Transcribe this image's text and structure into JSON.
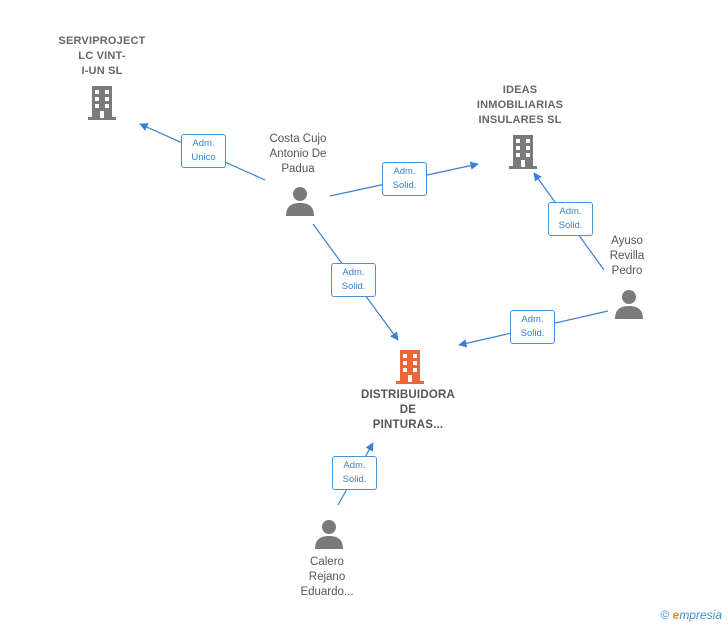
{
  "colors": {
    "edge": "#3a7fd5",
    "company_icon": "#7a7a7a",
    "main_company_icon": "#f06535",
    "person_icon": "#7a7a7a"
  },
  "companies": [
    {
      "id": "serviproject",
      "lines": [
        "SERVIPROJECT",
        "LC VINT-",
        "I-UN SL"
      ]
    },
    {
      "id": "ideas",
      "lines": [
        "IDEAS",
        "INMOBILIARIAS",
        "INSULARES SL"
      ]
    },
    {
      "id": "distribuidora",
      "lines": [
        "DISTRIBUIDORA",
        "DE",
        "PINTURAS..."
      ]
    }
  ],
  "persons": [
    {
      "id": "costa",
      "lines": [
        "Costa Cujo",
        "Antonio De",
        "Padua"
      ]
    },
    {
      "id": "ayuso",
      "lines": [
        "Ayuso",
        "Revilla",
        "Pedro"
      ]
    },
    {
      "id": "calero",
      "lines": [
        "Calero",
        "Rejano",
        "Eduardo..."
      ]
    }
  ],
  "relations": [
    {
      "from": "costa",
      "to": "serviproject",
      "label": [
        "Adm.",
        "Unico"
      ]
    },
    {
      "from": "costa",
      "to": "ideas",
      "label": [
        "Adm.",
        "Solid."
      ]
    },
    {
      "from": "costa",
      "to": "distribuidora",
      "label": [
        "Adm.",
        "Solid."
      ]
    },
    {
      "from": "ayuso",
      "to": "ideas",
      "label": [
        "Adm.",
        "Solid."
      ]
    },
    {
      "from": "ayuso",
      "to": "distribuidora",
      "label": [
        "Adm.",
        "Solid."
      ]
    },
    {
      "from": "calero",
      "to": "distribuidora",
      "label": [
        "Adm.",
        "Solid."
      ]
    }
  ],
  "footer": {
    "copyright_symbol": "©",
    "brand_initial": "e",
    "brand_rest": "mpresia"
  }
}
